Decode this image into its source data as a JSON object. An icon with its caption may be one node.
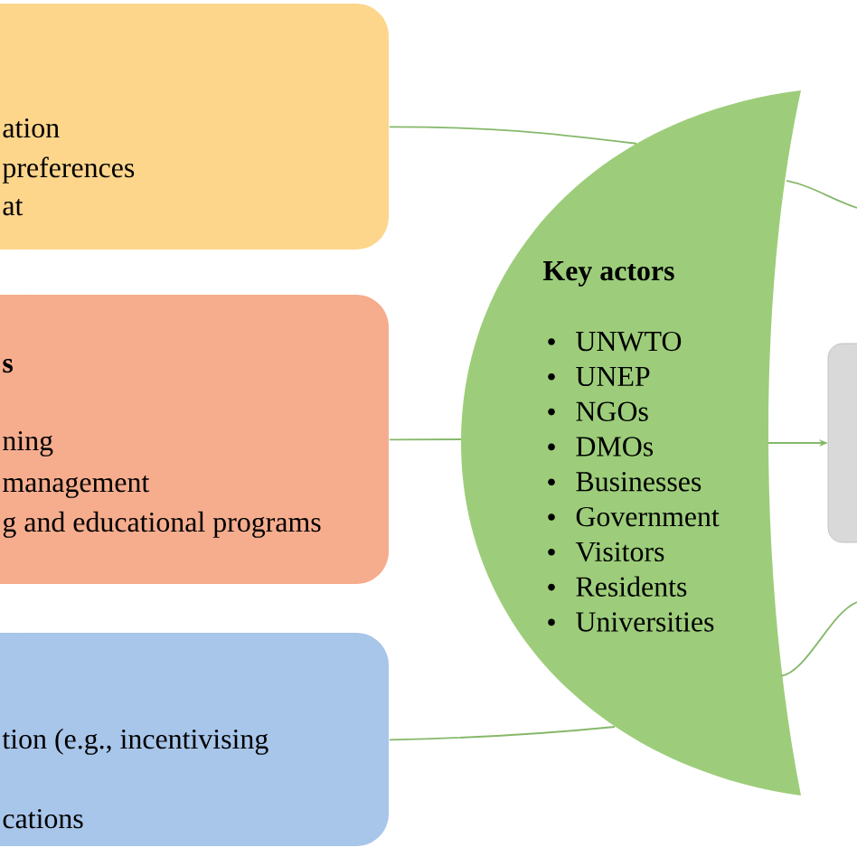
{
  "diagram": {
    "nodes": [
      {
        "text": [
          "ation",
          "preferences",
          "at"
        ]
      },
      {
        "text": [
          "s",
          "ning",
          "management",
          "g and educational programs"
        ]
      },
      {
        "text": [
          "tion (e.g., incentivising",
          "cations"
        ]
      },
      {
        "text": [
          "Key actors",
          "UNWTO",
          "UNEP",
          "NGOs",
          "DMOs",
          "Businesses",
          "Government",
          "Visitors",
          "Residents",
          "Universities"
        ]
      },
      {
        "text": [],
        "shape": "box"
      }
    ],
    "edges": [
      {
        "from": 0,
        "to": 3,
        "arrow": "none"
      },
      {
        "from": 3,
        "to": null,
        "arrow": "none"
      },
      {
        "from": 1,
        "to": 3,
        "arrow": "none"
      },
      {
        "from": 3,
        "to": 4,
        "arrow": "to"
      },
      {
        "from": 2,
        "to": 3,
        "arrow": "none"
      },
      {
        "from": 3,
        "to": null,
        "arrow": "none"
      }
    ]
  }
}
